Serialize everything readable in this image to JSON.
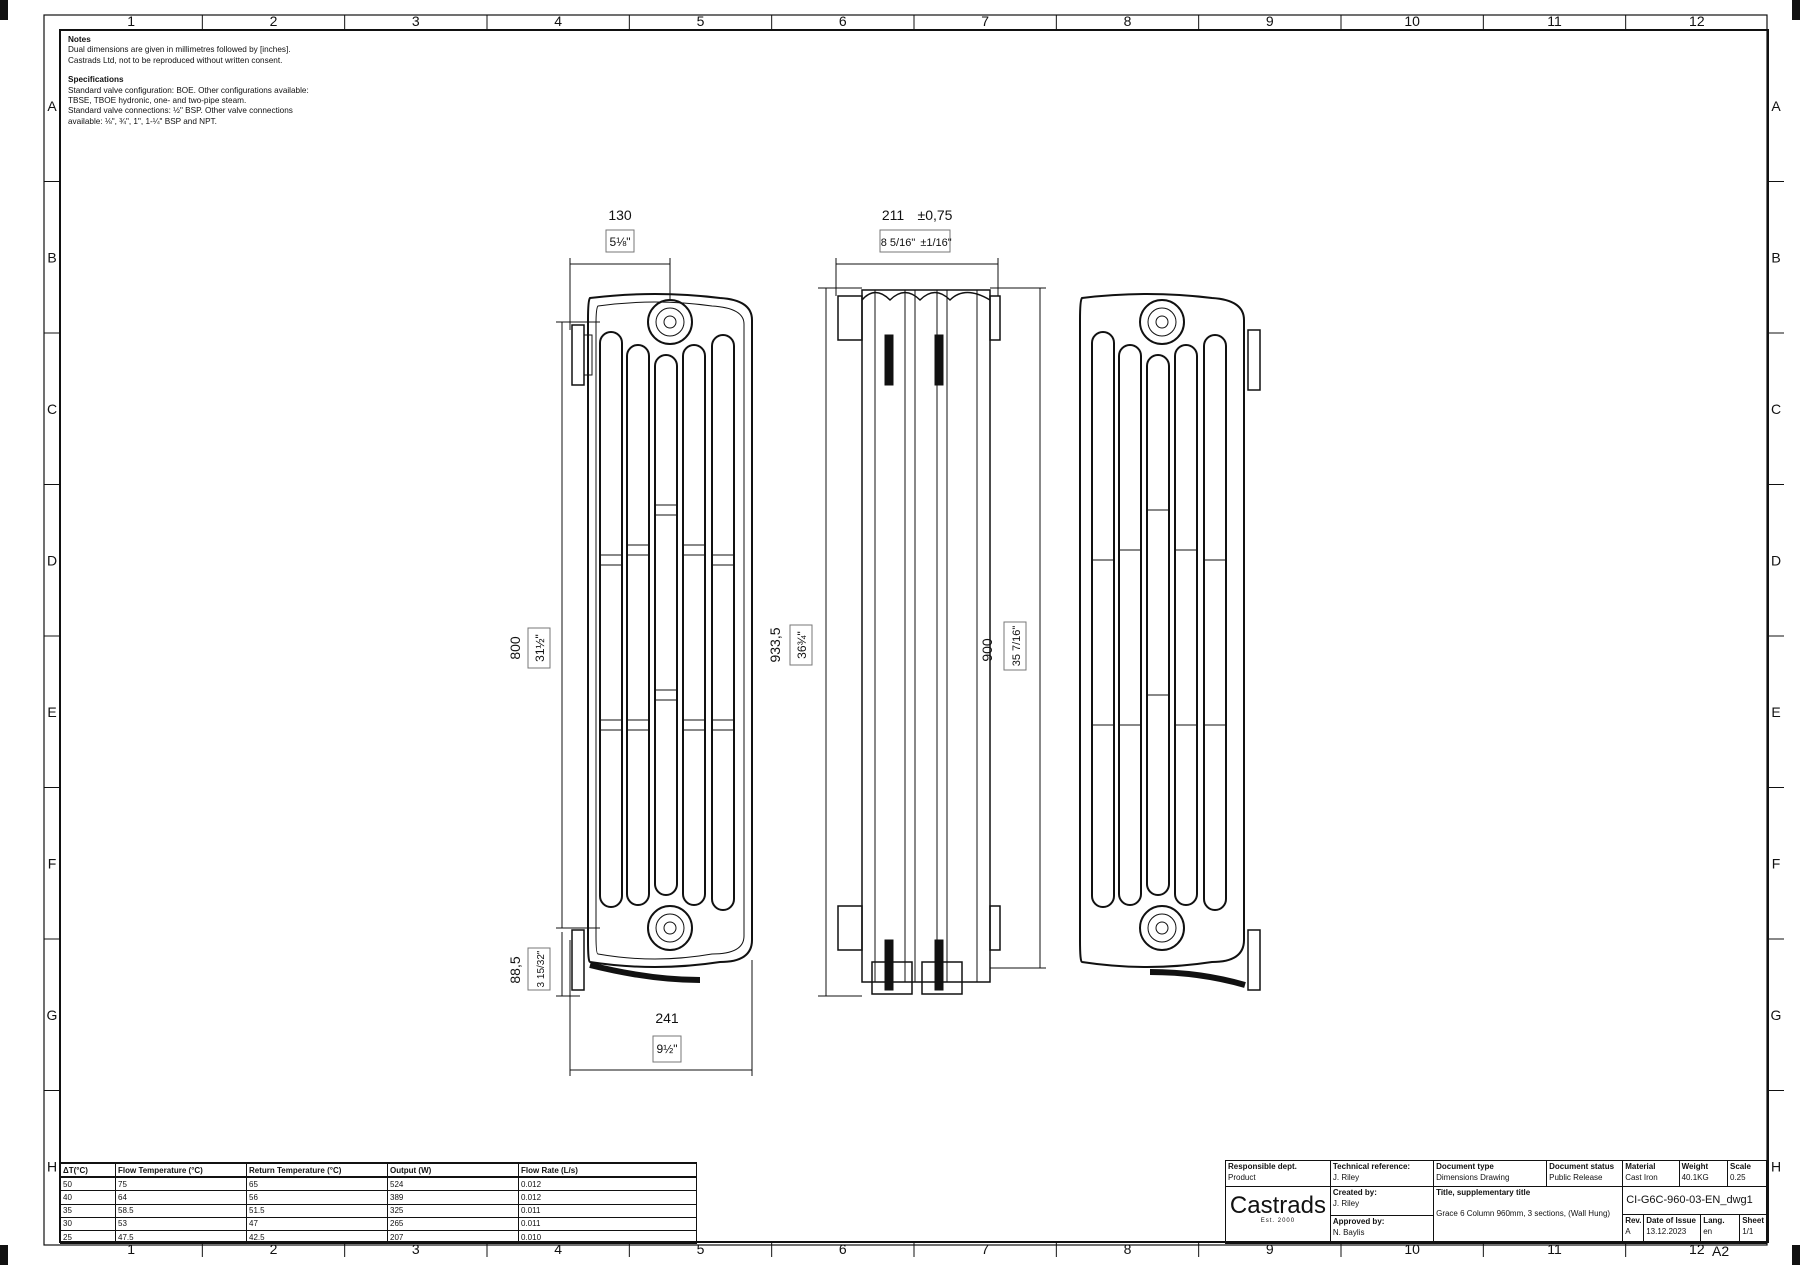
{
  "sheet": {
    "columns": [
      "1",
      "2",
      "3",
      "4",
      "5",
      "6",
      "7",
      "8",
      "9",
      "10",
      "11",
      "12"
    ],
    "rows": [
      "A",
      "B",
      "C",
      "D",
      "E",
      "F",
      "G",
      "H"
    ]
  },
  "notes": {
    "heading": "Notes",
    "lines": [
      "Dual dimensions are given in millimetres followed by [inches].",
      "Castrads Ltd, not to be reproduced without written consent."
    ],
    "spec_heading": "Specifications",
    "spec_lines": [
      "Standard valve configuration: BOE. Other configurations available:",
      "TBSE, TBOE hydronic, one- and two-pipe steam.",
      "Standard valve connections: ½\" BSP. Other valve connections",
      "available: ⅛\", ¾\", 1\", 1-¼\" BSP and NPT."
    ]
  },
  "dims": {
    "top_width_mm": "130",
    "top_width_in": "5⅛\"",
    "depth_mm": "211",
    "depth_tol": "±0,75",
    "depth_in": "8 5/16\"",
    "depth_tol_in": "±1/16\"",
    "centres_mm": "800",
    "centres_in": "31½\"",
    "height_mm": "933,5",
    "height_in": "36¾\"",
    "body_mm": "900",
    "body_in": "35 7/16\"",
    "floor_mm": "88,5",
    "floor_in": "3 15/32\"",
    "bottom_width_mm": "241",
    "bottom_width_in": "9½\""
  },
  "performance": {
    "headers": [
      "ΔT(°C)",
      "Flow Temperature (°C)",
      "Return Temperature (°C)",
      "Output (W)",
      "Flow Rate (L/s)"
    ],
    "rows": [
      [
        "50",
        "75",
        "65",
        "524",
        "0.012"
      ],
      [
        "40",
        "64",
        "56",
        "389",
        "0.012"
      ],
      [
        "35",
        "58.5",
        "51.5",
        "325",
        "0.011"
      ],
      [
        "30",
        "53",
        "47",
        "265",
        "0.011"
      ],
      [
        "25",
        "47.5",
        "42.5",
        "207",
        "0.010"
      ]
    ]
  },
  "title_block": {
    "responsible_label": "Responsible dept.",
    "responsible_value": "Product",
    "techref_label": "Technical reference:",
    "techref_value": "J. Riley",
    "doctype_label": "Document type",
    "doctype_value": "Dimensions Drawing",
    "docstatus_label": "Document status",
    "docstatus_value": "Public Release",
    "material_label": "Material",
    "material_value": "Cast Iron",
    "weight_label": "Weight",
    "weight_value": "40.1KG",
    "scale_label": "Scale",
    "scale_value": "0.25",
    "logo": "Castrads",
    "logo_sub": "Est. 2000",
    "created_label": "Created by:",
    "created_value": "J. Riley",
    "approved_label": "Approved by:",
    "approved_value": "N. Baylis",
    "title_label": "Title, supplementary title",
    "title_value": "Grace 6 Column 960mm, 3 sections, (Wall Hung)",
    "doc_number": "CI-G6C-960-03-EN_dwg1",
    "rev_label": "Rev.",
    "rev_value": "A",
    "issue_label": "Date of Issue",
    "issue_value": "13.12.2023",
    "lang_label": "Lang.",
    "lang_value": "en",
    "sheet_label": "Sheet",
    "sheet_value": "1/1",
    "paper_size": "A2"
  }
}
